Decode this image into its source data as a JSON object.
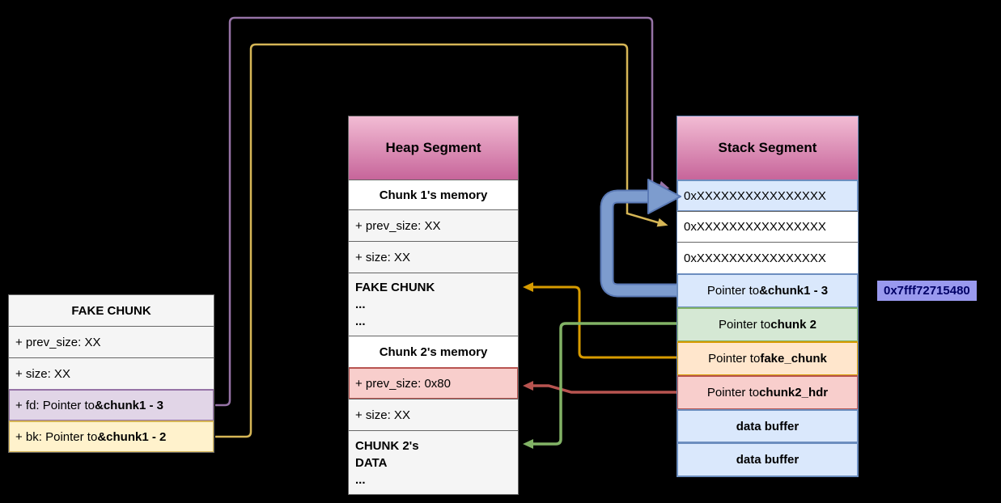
{
  "palette": {
    "canvas-bg": "#000000",
    "row-fill": "#f5f5f5",
    "row-border": "#666666",
    "purple": "#9673a6",
    "lavender": "#e1d5e7",
    "gold": "#d6b656",
    "cream": "#fff2cc",
    "orange": "#d79b00",
    "peach": "#ffe6cc",
    "red": "#b85450",
    "rose": "#f8cecc",
    "green": "#82b366",
    "green-fill": "#d5e8d4",
    "blue": "#6c8ebf",
    "blue-fill": "#dae8fc",
    "blue-arrow-fill": "#7d9cce",
    "blue-arrow-stroke": "#5a79b5",
    "header-top": "#f2bcd4",
    "header-bottom": "#c7659a",
    "address-bg": "#9999ee",
    "address-text": "#000066"
  },
  "fake_chunk_box": {
    "title": "FAKE CHUNK",
    "row_prev_size": "+ prev_size: XX",
    "row_size": "+ size: XX",
    "row_fd_prefix": "+ fd: Pointer to ",
    "row_fd_strong": "&chunk1 - 3",
    "row_bk_prefix": "+ bk: Pointer to ",
    "row_bk_strong": "&chunk1 - 2"
  },
  "heap_segment": {
    "title": "Heap Segment",
    "chunk1_header": "Chunk 1's memory",
    "chunk1_prev_size": "+ prev_size: XX",
    "chunk1_size": "+ size: XX",
    "fake_chunk_line1": "FAKE CHUNK",
    "fake_chunk_line2": "...",
    "fake_chunk_line3": "...",
    "chunk2_header": "Chunk 2's memory",
    "chunk2_prev_size": "+ prev_size: 0x80",
    "chunk2_size": "+ size: XX",
    "chunk2_data_line1": "CHUNK 2's",
    "chunk2_data_line2": "DATA",
    "chunk2_data_line3": "..."
  },
  "stack_segment": {
    "title": "Stack Segment",
    "word0": "0xXXXXXXXXXXXXXXXX",
    "word1": "0xXXXXXXXXXXXXXXXX",
    "word2": "0xXXXXXXXXXXXXXXXX",
    "ptr_prefix": "Pointer to ",
    "ptr_chunk1_strong": "&chunk1 - 3",
    "ptr_chunk2_strong": "chunk 2",
    "ptr_fake_strong": "fake_chunk",
    "ptr_hdr_strong": "chunk2_hdr",
    "buffer1": "data buffer",
    "buffer2": "data buffer"
  },
  "address_label": "0x7fff72715480",
  "arrows": [
    {
      "id": "fd-to-stack-word0",
      "color": "#9673a6"
    },
    {
      "id": "bk-to-stack-word1",
      "color": "#d6b656"
    },
    {
      "id": "ptr-fake-chunk-to-heap-fake-chunk",
      "color": "#d79b00"
    },
    {
      "id": "ptr-chunk2-hdr-to-heap-prev-size",
      "color": "#b85450"
    },
    {
      "id": "ptr-chunk2-to-heap-chunk2-data",
      "color": "#82b366"
    },
    {
      "id": "stack-ptr-chunk1-self-loop",
      "color": "#7d9cce"
    }
  ]
}
